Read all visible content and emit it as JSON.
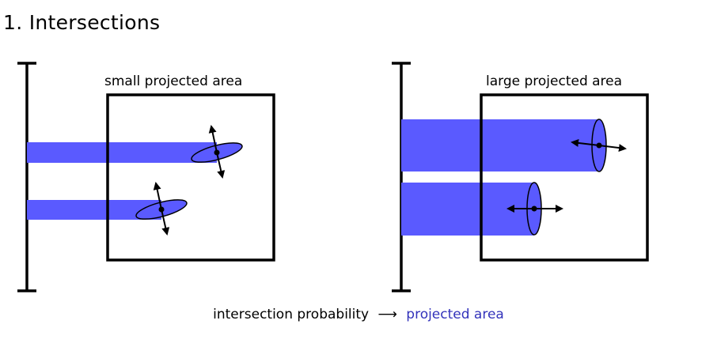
{
  "title": "1. Intersections",
  "panels": [
    {
      "label": "small projected area"
    },
    {
      "label": "large projected area"
    }
  ],
  "caption": {
    "lead": "intersection probability",
    "arrow": "⟶",
    "target": "projected area"
  },
  "colors": {
    "beam": "#5a5aff",
    "stroke": "#000000",
    "highlight": "#3333bb"
  }
}
